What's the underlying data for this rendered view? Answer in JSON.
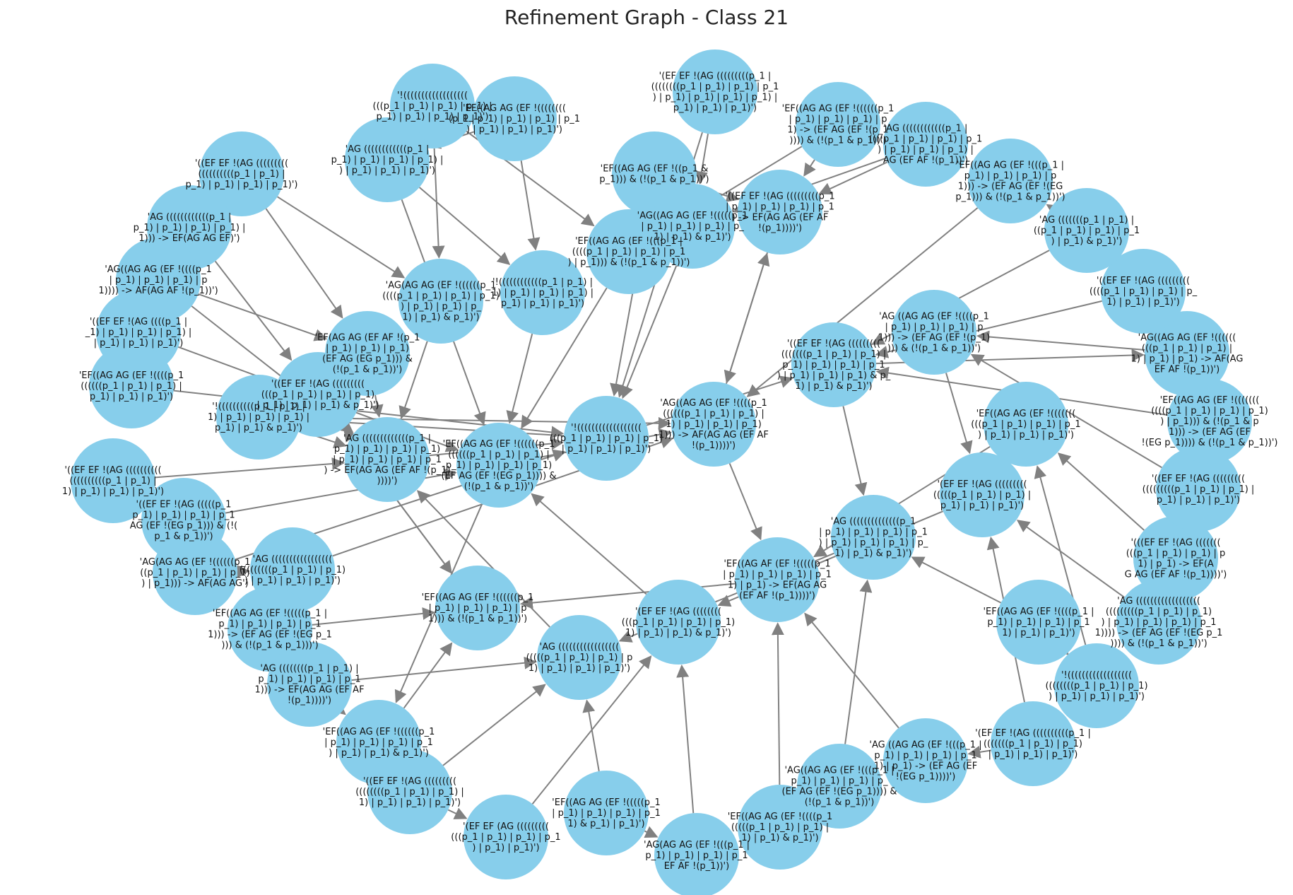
{
  "title": "Refinement Graph - Class 21",
  "colors": {
    "node": "#87ceeb",
    "edge": "#808080",
    "text": "#111111"
  },
  "nodes": [
    {
      "id": "n1",
      "label": "'(EF EF !(AG (((((((((p_1 |\n((((((((p_1 | p_1) | p_1) | p_1\n) | p_1) | p_1) | p_1) | p_1) |\np_1) | p_1) | p_1)')"
    },
    {
      "id": "n2",
      "label": "'EF((AG AG (EF !((((((((\n(p_1 | p_1) | p_1) | p_1) | p_1\n) | p_1) | p_1) | p_1)')"
    },
    {
      "id": "n3",
      "label": "'!((((((((((((((((((\n(((p_1 | p_1) | p_1) | p_1) |\np_1) | p_1) | p_1) | p_1)')"
    },
    {
      "id": "n4",
      "label": "'AG ((((((((((((p_1 |\np_1) | p_1) | p_1) | p_1) |\n) | p_1) | p_1) | p_1)')"
    },
    {
      "id": "n5",
      "label": "'EF((AG AG (EF !((p_1 &\np_1))) & (!(p_1 & p_1))')"
    },
    {
      "id": "n6",
      "label": "'((EF EF !(AG (((((((((\n((((((((((p_1 | p_1) |\np_1) | p_1) | p_1) | p_1)')"
    },
    {
      "id": "n7",
      "label": "'AG ((((((((((((p_1 |\np_1) | p_1) | p_1) | p_1) |\n1))) -> EF(AG AG EF)')"
    },
    {
      "id": "n8",
      "label": "'AG((AG AG (EF !((((p_1\n| p_1) | p_1) | p_1) | p\n1)))) -> AF(AG AF !(p_1))')"
    },
    {
      "id": "n9",
      "label": "'((EF EF !(AG ((((p_1 |\n_1) | p_1) | p_1) | p_1) |\n| p_1) | p_1) | p_1)')"
    },
    {
      "id": "n10",
      "label": "'EF((AG AG (EF !((((p_1\n((((((p_1 | p_1) | p_1) |\np_1) | p_1) | p_1)')"
    },
    {
      "id": "n11",
      "label": "'!((((((((((p_1 | p_1) |\n1) | p_1) | p_1) | p_1) |\np_1) | p_1) & p_1)')"
    },
    {
      "id": "n12",
      "label": "'((EF EF !(AG ((((((((((\n((((((((((p_1 | p_1) |\n1) | p_1) | p_1) | p_1)')"
    },
    {
      "id": "n13",
      "label": "'((EF EF !(AG (((((p_1\np_1) | p_1) | p_1) | p_1\nAG (EF !(EG p_1))) & (!(\np_1 & p_1))')"
    },
    {
      "id": "n14",
      "label": "'AG(AG AG (EF !((((((p_1\n((p_1 | p_1) | p_1) | p_1)\n) | p_1))) -> AF(AG AG')"
    },
    {
      "id": "n15",
      "label": "'AG (((((((((((((((((\n(((((((((p_1 | p_1) | p_1)\n) | p_1) | p_1) | p_1)')"
    },
    {
      "id": "n16",
      "label": "'EF((AG AG (EF !(((((p_1 |\np_1) | p_1) | p_1) | p_1\n1))) -> (EF AG (EF !(EG p_1\n))) & (!(p_1 & p_1)))')"
    },
    {
      "id": "n17",
      "label": "'AG ((((((((p_1 | p_1) |\np_1) | p_1) | p_1) | p_1\n1))) -> EF(AG AG (EF AF\n!(p_1))))')"
    },
    {
      "id": "n18",
      "label": "'EF((AG AG (EF !((((((p_1\n| p_1) | p_1) | p_1) | p_1\n) | p_1) | p_1) & p_1)')"
    },
    {
      "id": "n19",
      "label": "'((EF EF !(AG (((((((((\n((((((((p_1 | p_1) | p_1) |\n1) | p_1) | p_1) | p_1)')"
    },
    {
      "id": "n20",
      "label": "'(EF EF (AG (((((((((\n(((p_1 | p_1) | p_1) | p_1\n) | p_1) | p_1)')"
    },
    {
      "id": "n21",
      "label": "'EF((AG AG (EF !(((((p_1\n| p_1) | p_1) | p_1) | p_1\n1) & p_1) | p_1)')"
    },
    {
      "id": "n22",
      "label": "'AG(AG AG (EF !(((p_1 |\np_1) | p_1) | p_1) | p_1\nEF AF !(p_1))')"
    },
    {
      "id": "n23",
      "label": "'EF((AG AG (EF !((((p_1\n(((((p_1 | p_1) | p_1) |\n1) | p_1) & p_1)')"
    },
    {
      "id": "n24",
      "label": "'AG((AG AG (EF !(((p_1 |\np_1) | p_1) | p_1) | p_\n(EF AG (EF !(EG p_1)))) &\n(!(p_1 & p_1))')"
    },
    {
      "id": "n25",
      "label": "'AG ((AG AG (EF !(((p_1 |\np_1) | p_1) | p_1) | p_1\n1) | p_1) -> (EF AG (EF\n!(EG p_1))))')"
    },
    {
      "id": "n26",
      "label": "'(EF EF !(AG ((((((((((p_1 |\n(((((((p_1 | p_1) | p_1)\n| p_1) | p_1) | p_1)')"
    },
    {
      "id": "n27",
      "label": "'!((((((((((((((((((\n((((((((p_1 | p_1) | p_1)\n) | p_1) | p_1) | p_1)')"
    },
    {
      "id": "n28",
      "label": "'AG ((((((((((((((((((\n(((((((((p_1 | p_1) | p_1)\n) | p_1) | p_1) | p_1) | p_1\n1)))) -> (EF AG (EF !(EG p_1\n)))) & (!(p_1 & p_1))')"
    },
    {
      "id": "n29",
      "label": "'(((EF EF !(AG (((((((\n(((p_1 | p_1) | p_1) | p\n1) | p_1) -> EF(A\nG AG (EF AF !(p_1))))')"
    },
    {
      "id": "n30",
      "label": "'((EF EF !(AG (((((((((\n(((((((((p_1 | p_1) | p_1) |\np_1) | p_1) | p_1)')"
    },
    {
      "id": "n31",
      "label": "'EF((AG AG (EF !(((((((\n((((p_1 | p_1) | p_1) | p_1)\n) | p_1))) & (!(p_1 & p\n1))) -> (EF AG (EF\n!(EG p_1)))) & (!(p_1 & p_1))')"
    },
    {
      "id": "n32",
      "label": "'AG((AG AG (EF !((((((\n(((p_1 | p_1) | p_1) |\n1) | p_1) | p_1) -> AF(AG\nEF AF !(p_1))')"
    },
    {
      "id": "n33",
      "label": "'((EF EF !(AG (((((((((\n((((p_1 | p_1) | p_1) | p_\n1) | p_1) | p_1)')"
    },
    {
      "id": "n34",
      "label": "'AG (((((((p_1 | p_1) |\n((p_1 | p_1) | p_1) | p_1\n) | p_1) & p_1)')"
    },
    {
      "id": "n35",
      "label": "'EF((AG AG (EF !(((p_1 |\np_1) | p_1) | p_1) | p\n1))) -> (EF AG (EF !(EG\np_1))) & (!(p_1 & p_1))')"
    },
    {
      "id": "n36",
      "label": "'AG ((((((((((((p_1 |\n((((p_1 | p_1) | p_1) | p_1\n) | p_1) | p_1) | p_1) |\nAG (EF AF !(p_1))')"
    },
    {
      "id": "n37",
      "label": "'EF((AG AG (EF !((((((p_1\n| p_1) | p_1) | p_1) | p\n1) -> (EF AG (EF !(p_1\n)))) & (!(p_1 & p_1))')"
    },
    {
      "id": "n38",
      "label": "'((EF EF !(AG (((((((((p_1\n| p_1) | p_1) | p_1) | p_1\n) -> EF(AG AG (EF AF\n!(p_1))))')"
    },
    {
      "id": "n39",
      "label": "'AG((AG AG (EF !(((((p_1\n| p_1) | p_1) | p_1) | p_\n1) | p_1) & p_1)')"
    },
    {
      "id": "n40",
      "label": "'EF((AG AG (EF !(((p_1 |\n((((p_1 | p_1) | p_1) | p_1\n) | p_1))) & (!(p_1 & p_1))')"
    },
    {
      "id": "n41",
      "label": "'!((((((((((((p_1 | p_1) |\n1) | p_1) | p_1) | p_1) |\np_1) | p_1) | p_1)')"
    },
    {
      "id": "n42",
      "label": "'AG(AG AG (EF !((((((p_1\n((((p_1 | p_1) | p_1) | p_1)\n) | p_1) | p_1) | p_\n1) | p_1) & p_1)')"
    },
    {
      "id": "n43",
      "label": "'EF(AG AG (EF AF !(p_1\n| p_1) | p_1) | p_1)\n(EF AG (EG p_1))) &\n(!(p_1 & p_1))')"
    },
    {
      "id": "n44",
      "label": "'((EF EF !(AG (((((((((\n(((p_1 | p_1) | p_1) | p_1)\n| p_1) | p_1) | p_1) & p_1)')"
    },
    {
      "id": "n45",
      "label": "'AG (((((((((((((p_1 |\np_1) | p_1) | p_1) | p_1)\n| p_1) | p_1) | p_1) | p_1\n) -> EF(AG AG (EF AF !(p_1)\n))))')"
    },
    {
      "id": "n46",
      "label": "'EF((AG AG (EF !((((((p_1\n((((((p_1 | p_1) | p_1) |\np_1) | p_1) | p_1) | p_1)\n(EF AG (EF !(EG p_1)))) &\n(!(p_1 & p_1))')"
    },
    {
      "id": "n47",
      "label": "'!((((((((((((((((((\n(((p_1 | p_1) | p_1) | p_1)\n| p_1) | p_1) | p_1)')"
    },
    {
      "id": "n48",
      "label": "'AG((AG AG (EF !((((p_1\n((((((p_1 | p_1) | p_1) |\n1) | p_1) | p_1) | p_1)\n1))) -> AF(AG AG (EF AF\n!(p_1))))')"
    },
    {
      "id": "n49",
      "label": "'((EF EF !(AG (((((((((\n(((((((p_1 | p_1) | p_1) |\np_1) | p_1) | p_1) | p_1\n) | p_1) | p_1) | p_1) & p_\n1) | p_1) & p_1)')"
    },
    {
      "id": "n50",
      "label": "'AG ((AG AG (EF !((((p_1\n| p_1) | p_1) | p_1) | p\n1))) -> (EF AG (EF !(p_1)\n))) & (!(p_1 & p_1))')"
    },
    {
      "id": "n51",
      "label": "'EF((AG AG (EF !(((((((\n(((p_1 | p_1) | p_1) | p_1\n) | p_1) | p_1) | p_1)')"
    },
    {
      "id": "n52",
      "label": "'(EF EF !(AG (((((((((\n(((((p_1 | p_1) | p_1) |\np_1) | p_1) | p_1)')"
    },
    {
      "id": "n53",
      "label": "'AG ((((((((((((((p_1\n| p_1) | p_1) | p_1) | p_1\n) | p_1) | p_1) | p_1) | p_\n1) | p_1) & p_1)')"
    },
    {
      "id": "n54",
      "label": "'EF((AG AF (EF !(((((p_1\n| p_1) | p_1) | p_1) | p_1\n1) | p_1) -> EF(AG AG\n(EF AF !(p_1))))')"
    },
    {
      "id": "n55",
      "label": "'(EF EF !(AG ((((((((\n(((p_1 | p_1) | p_1) | p_1)\n1) | p_1) | p_1) & p_1)')"
    },
    {
      "id": "n56",
      "label": "'AG (((((((((((((((((\n(((((p_1 | p_1) | p_1) | p\n1) | p_1) | p_1) | p_1)')"
    },
    {
      "id": "n57",
      "label": "'EF((AG AG (EF !((((((p_1\n| p_1) | p_1) | p_1) | p\n1))) & (!(p_1 & p_1))')"
    },
    {
      "id": "n58",
      "label": "'EF((AG AG (EF !((((p_1 |\np_1) | p_1) | p_1) | p_1\n1) | p_1) | p_1)')"
    }
  ]
}
